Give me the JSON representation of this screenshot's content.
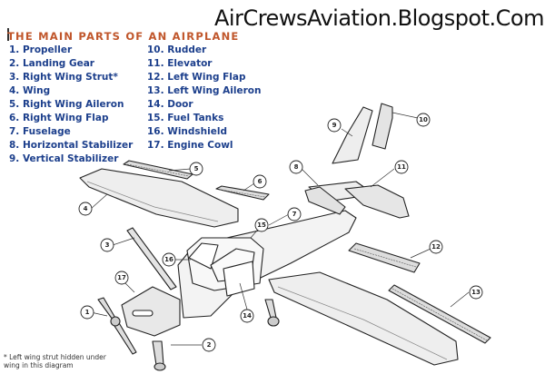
{
  "watermark": "AirCrewsAviation.Blogspot.Com",
  "title": "THE MAIN PARTS OF AN AIRPLANE",
  "parts_col1": [
    "1. Propeller",
    "2. Landing Gear",
    "3. Right Wing Strut*",
    "4. Wing",
    "5. Right Wing Aileron",
    "6. Right Wing Flap",
    "7. Fuselage",
    "8. Horizontal Stabilizer",
    "9. Vertical Stabilizer"
  ],
  "parts_col2": [
    "10. Rudder",
    "11. Elevator",
    "12. Left Wing Flap",
    "13. Left Wing Aileron",
    "14. Door",
    "15. Fuel Tanks",
    "16. Windshield",
    "17. Engine Cowl"
  ],
  "footnote": "* Left wing strut hidden under wing in this diagram",
  "callouts": [
    "1",
    "2",
    "3",
    "4",
    "5",
    "6",
    "7",
    "8",
    "9",
    "10",
    "11",
    "12",
    "13",
    "14",
    "15",
    "16",
    "17"
  ]
}
